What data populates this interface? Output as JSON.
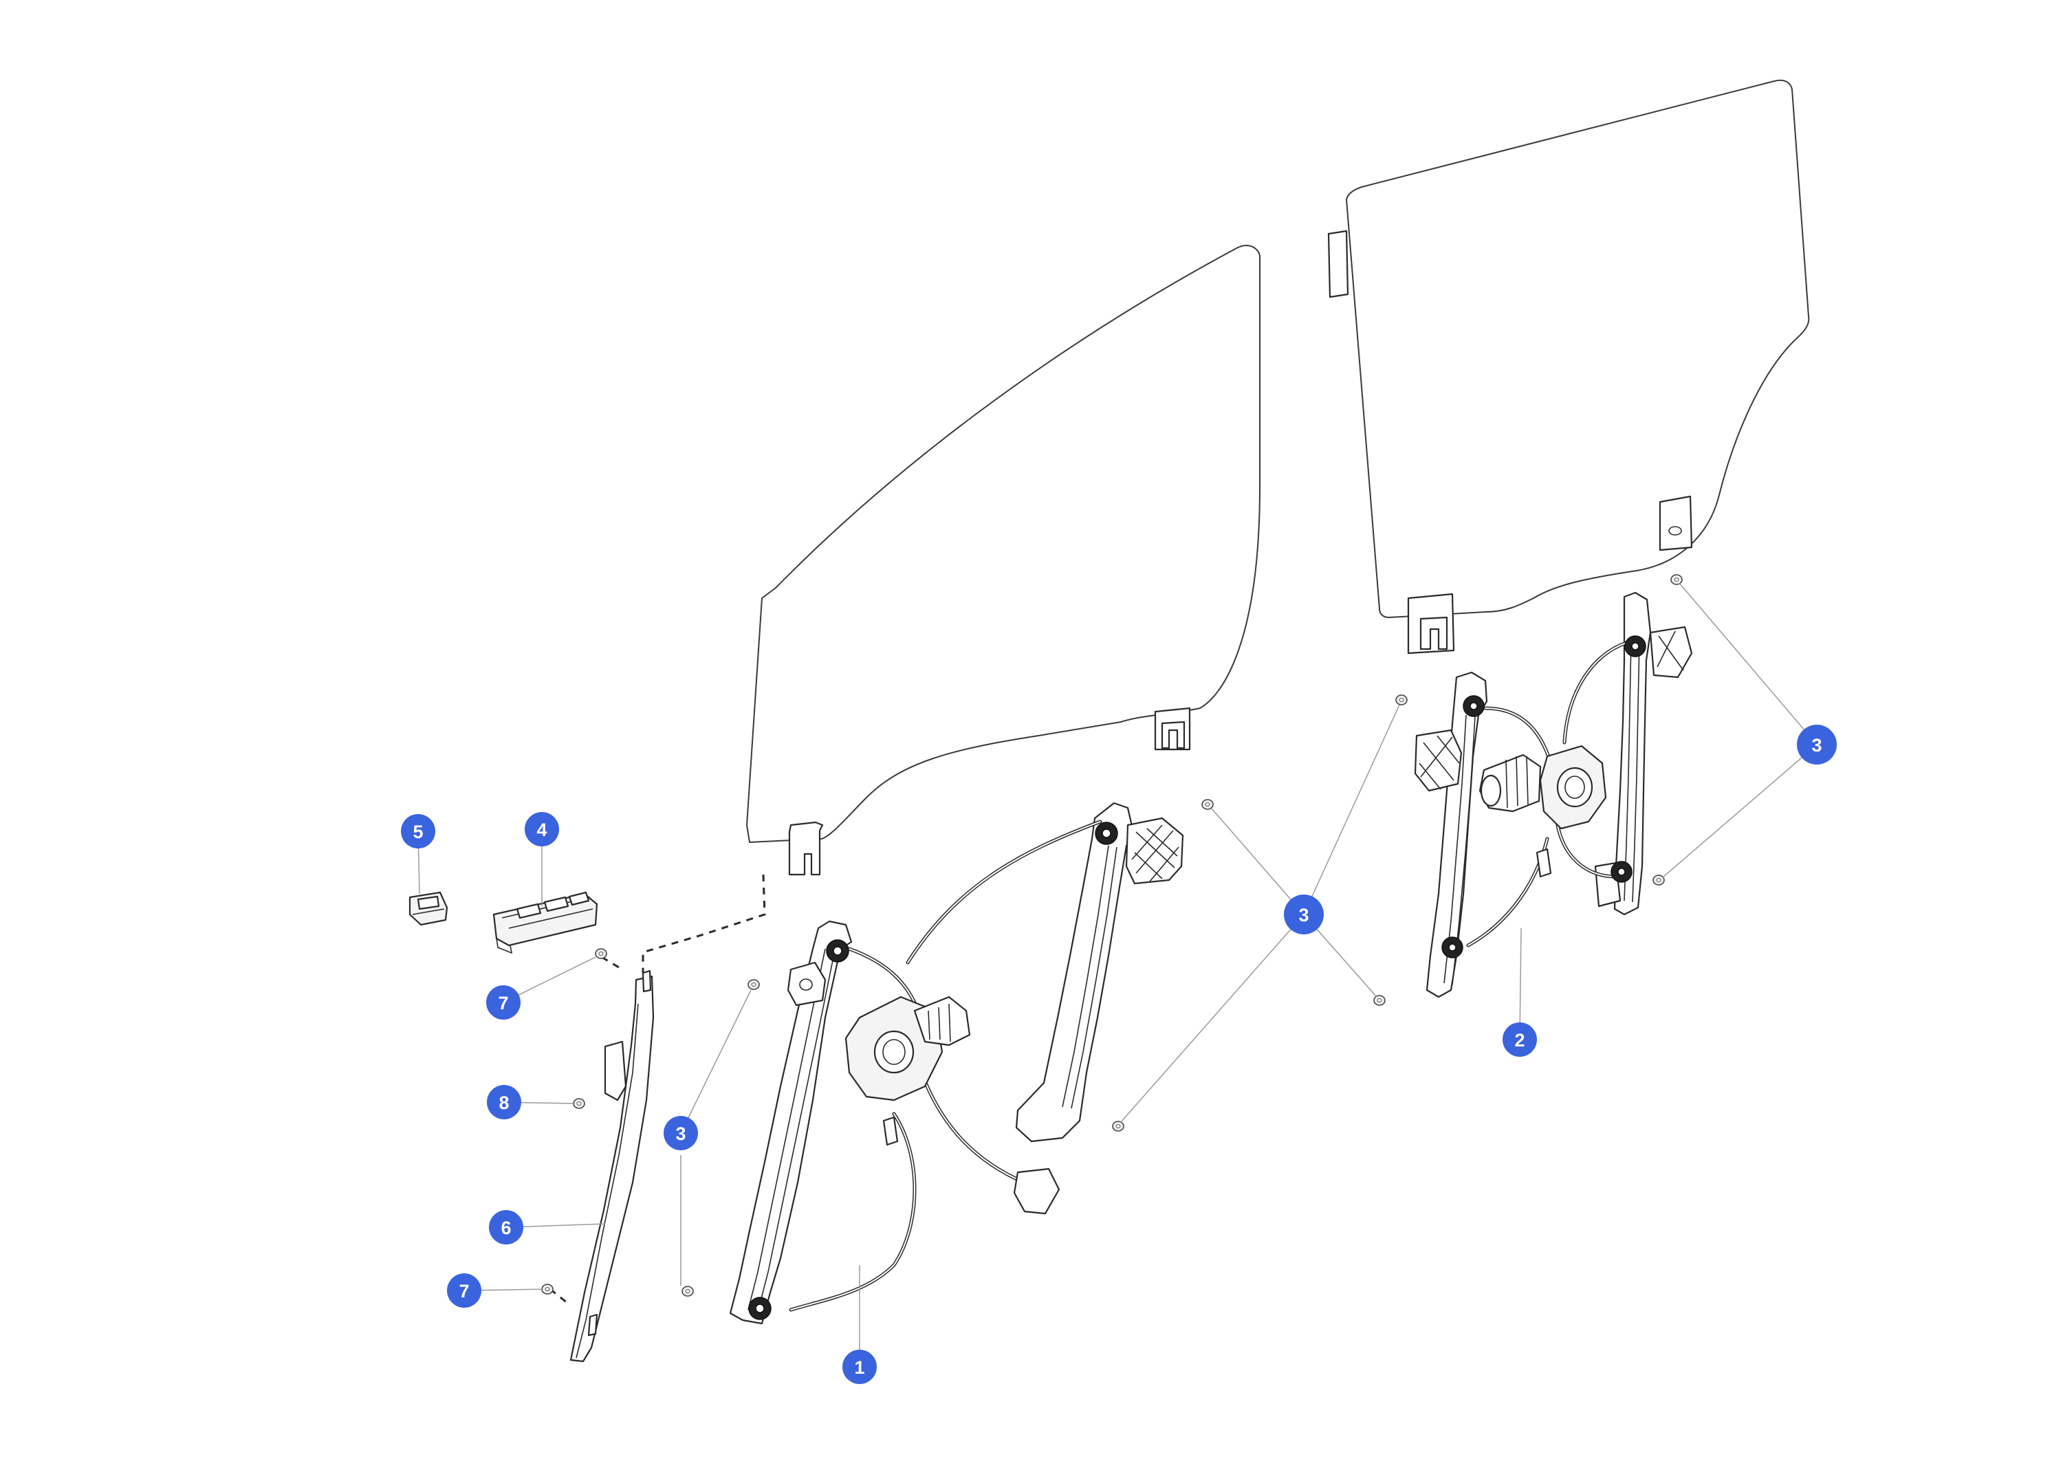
{
  "colors": {
    "callout": "#3a63de",
    "callout_text": "#ffffff",
    "line": "#2a2a2a",
    "leader": "#9a9a9a",
    "background": "#ffffff"
  },
  "callouts": {
    "c1": "1",
    "c2": "2",
    "c3a": "3",
    "c3b": "3",
    "c3c": "3",
    "c4": "4",
    "c5": "5",
    "c6": "6",
    "c7a": "7",
    "c7b": "7",
    "c8": "8"
  }
}
